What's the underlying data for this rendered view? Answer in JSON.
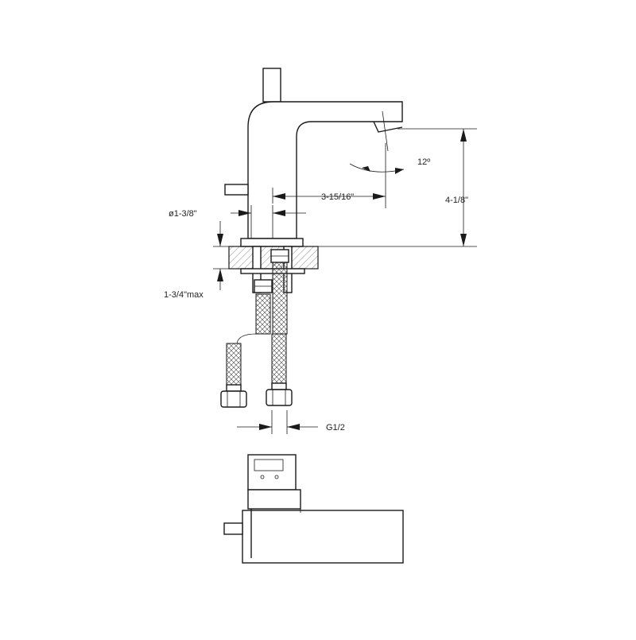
{
  "dimensions": {
    "spout_reach": "3-15/16\"",
    "spout_angle": "12º",
    "spout_height": "4-1/8\"",
    "base_diameter": "ø1-3/8\"",
    "max_deck_thickness": "1-3/4\"max",
    "connection_thread": "G1/2"
  },
  "views": [
    "side-elevation",
    "top-plan"
  ],
  "colors": {
    "line": "#1a1a1a",
    "background": "#ffffff"
  }
}
